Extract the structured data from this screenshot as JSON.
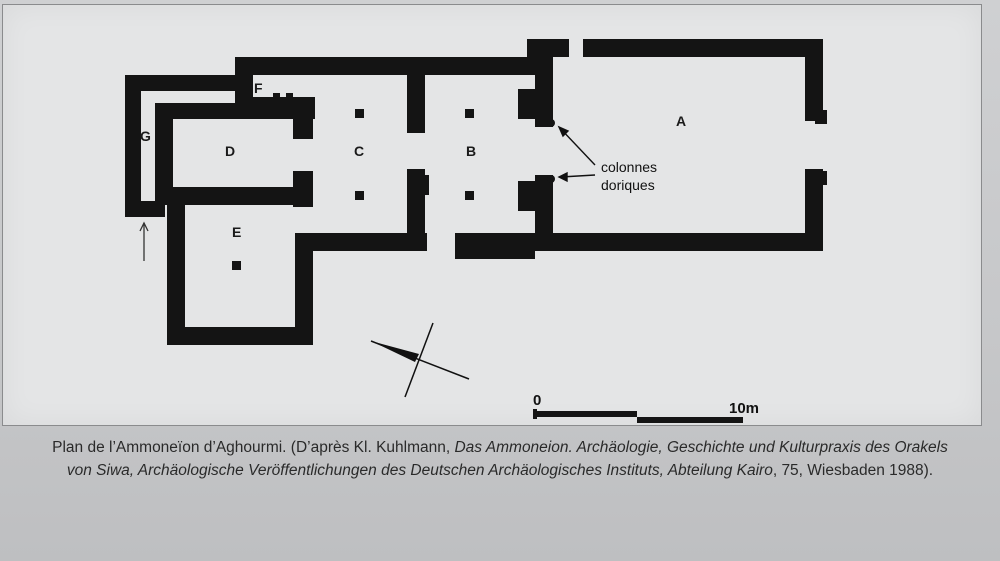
{
  "plan": {
    "labels": {
      "a": "A",
      "b": "B",
      "c": "C",
      "d": "D",
      "e": "E",
      "f": "F",
      "g": "G"
    },
    "annotation": {
      "line1": "colonnes",
      "line2": "doriques"
    },
    "scale": {
      "start": "0",
      "end": "10m"
    }
  },
  "caption": {
    "p1": "Plan de l’Ammoneïon d’Aghourmi. (D’après Kl. Kuhlmann, ",
    "i1": "Das Ammoneion. Archäologie, Geschichte und Kulturpraxis des Orakels von Siwa, Archäologische Veröffentlichungen des Deutschen Archäologisches Instituts, Abteilung Kairo",
    "p2": ", 75, Wiesbaden 1988)."
  },
  "colors": {
    "wall": "#141414",
    "paper": "#e4e5e6",
    "caption_text": "#2a2a2a"
  }
}
